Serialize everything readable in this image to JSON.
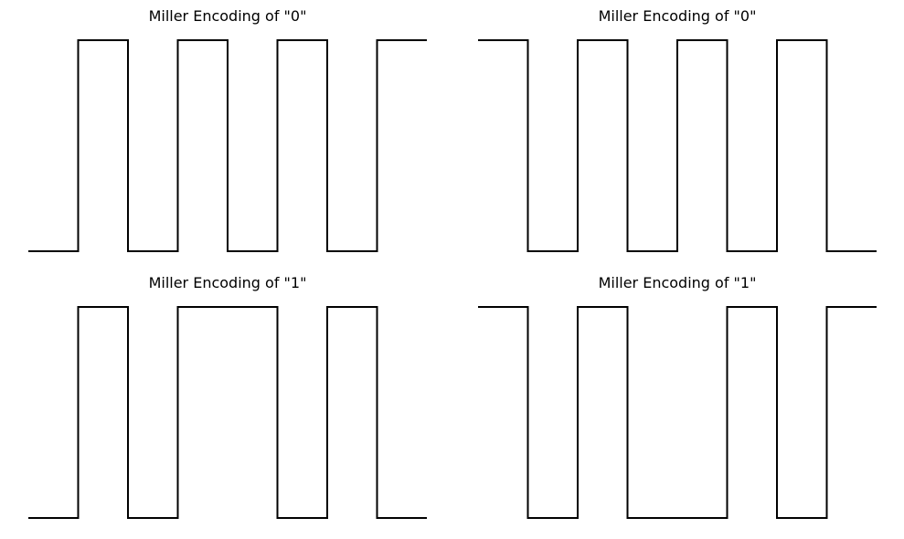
{
  "chart_data": [
    {
      "type": "line",
      "step": "post",
      "title": "Miller Encoding of \"0\"",
      "x": [
        0,
        1,
        2,
        3,
        4,
        5,
        6,
        7,
        8
      ],
      "values": [
        0,
        1,
        0,
        1,
        0,
        1,
        0,
        1,
        1
      ],
      "xlim": [
        0,
        8
      ],
      "ylim": [
        0,
        1
      ],
      "axes_visible": false,
      "grid": false,
      "line_color": "#000000"
    },
    {
      "type": "line",
      "step": "post",
      "title": "Miller Encoding of \"0\"",
      "x": [
        0,
        1,
        2,
        3,
        4,
        5,
        6,
        7,
        8
      ],
      "values": [
        1,
        0,
        1,
        0,
        1,
        0,
        1,
        0,
        0
      ],
      "xlim": [
        0,
        8
      ],
      "ylim": [
        0,
        1
      ],
      "axes_visible": false,
      "grid": false,
      "line_color": "#000000"
    },
    {
      "type": "line",
      "step": "post",
      "title": "Miller Encoding of \"1\"",
      "x": [
        0,
        1,
        2,
        3,
        4,
        5,
        6,
        7,
        8
      ],
      "values": [
        0,
        1,
        0,
        1,
        1,
        0,
        1,
        0,
        0
      ],
      "xlim": [
        0,
        8
      ],
      "ylim": [
        0,
        1
      ],
      "axes_visible": false,
      "grid": false,
      "line_color": "#000000"
    },
    {
      "type": "line",
      "step": "post",
      "title": "Miller Encoding of \"1\"",
      "x": [
        0,
        1,
        2,
        3,
        4,
        5,
        6,
        7,
        8
      ],
      "values": [
        1,
        0,
        1,
        0,
        0,
        1,
        0,
        1,
        1
      ],
      "xlim": [
        0,
        8
      ],
      "ylim": [
        0,
        1
      ],
      "axes_visible": false,
      "grid": false,
      "line_color": "#000000"
    }
  ]
}
